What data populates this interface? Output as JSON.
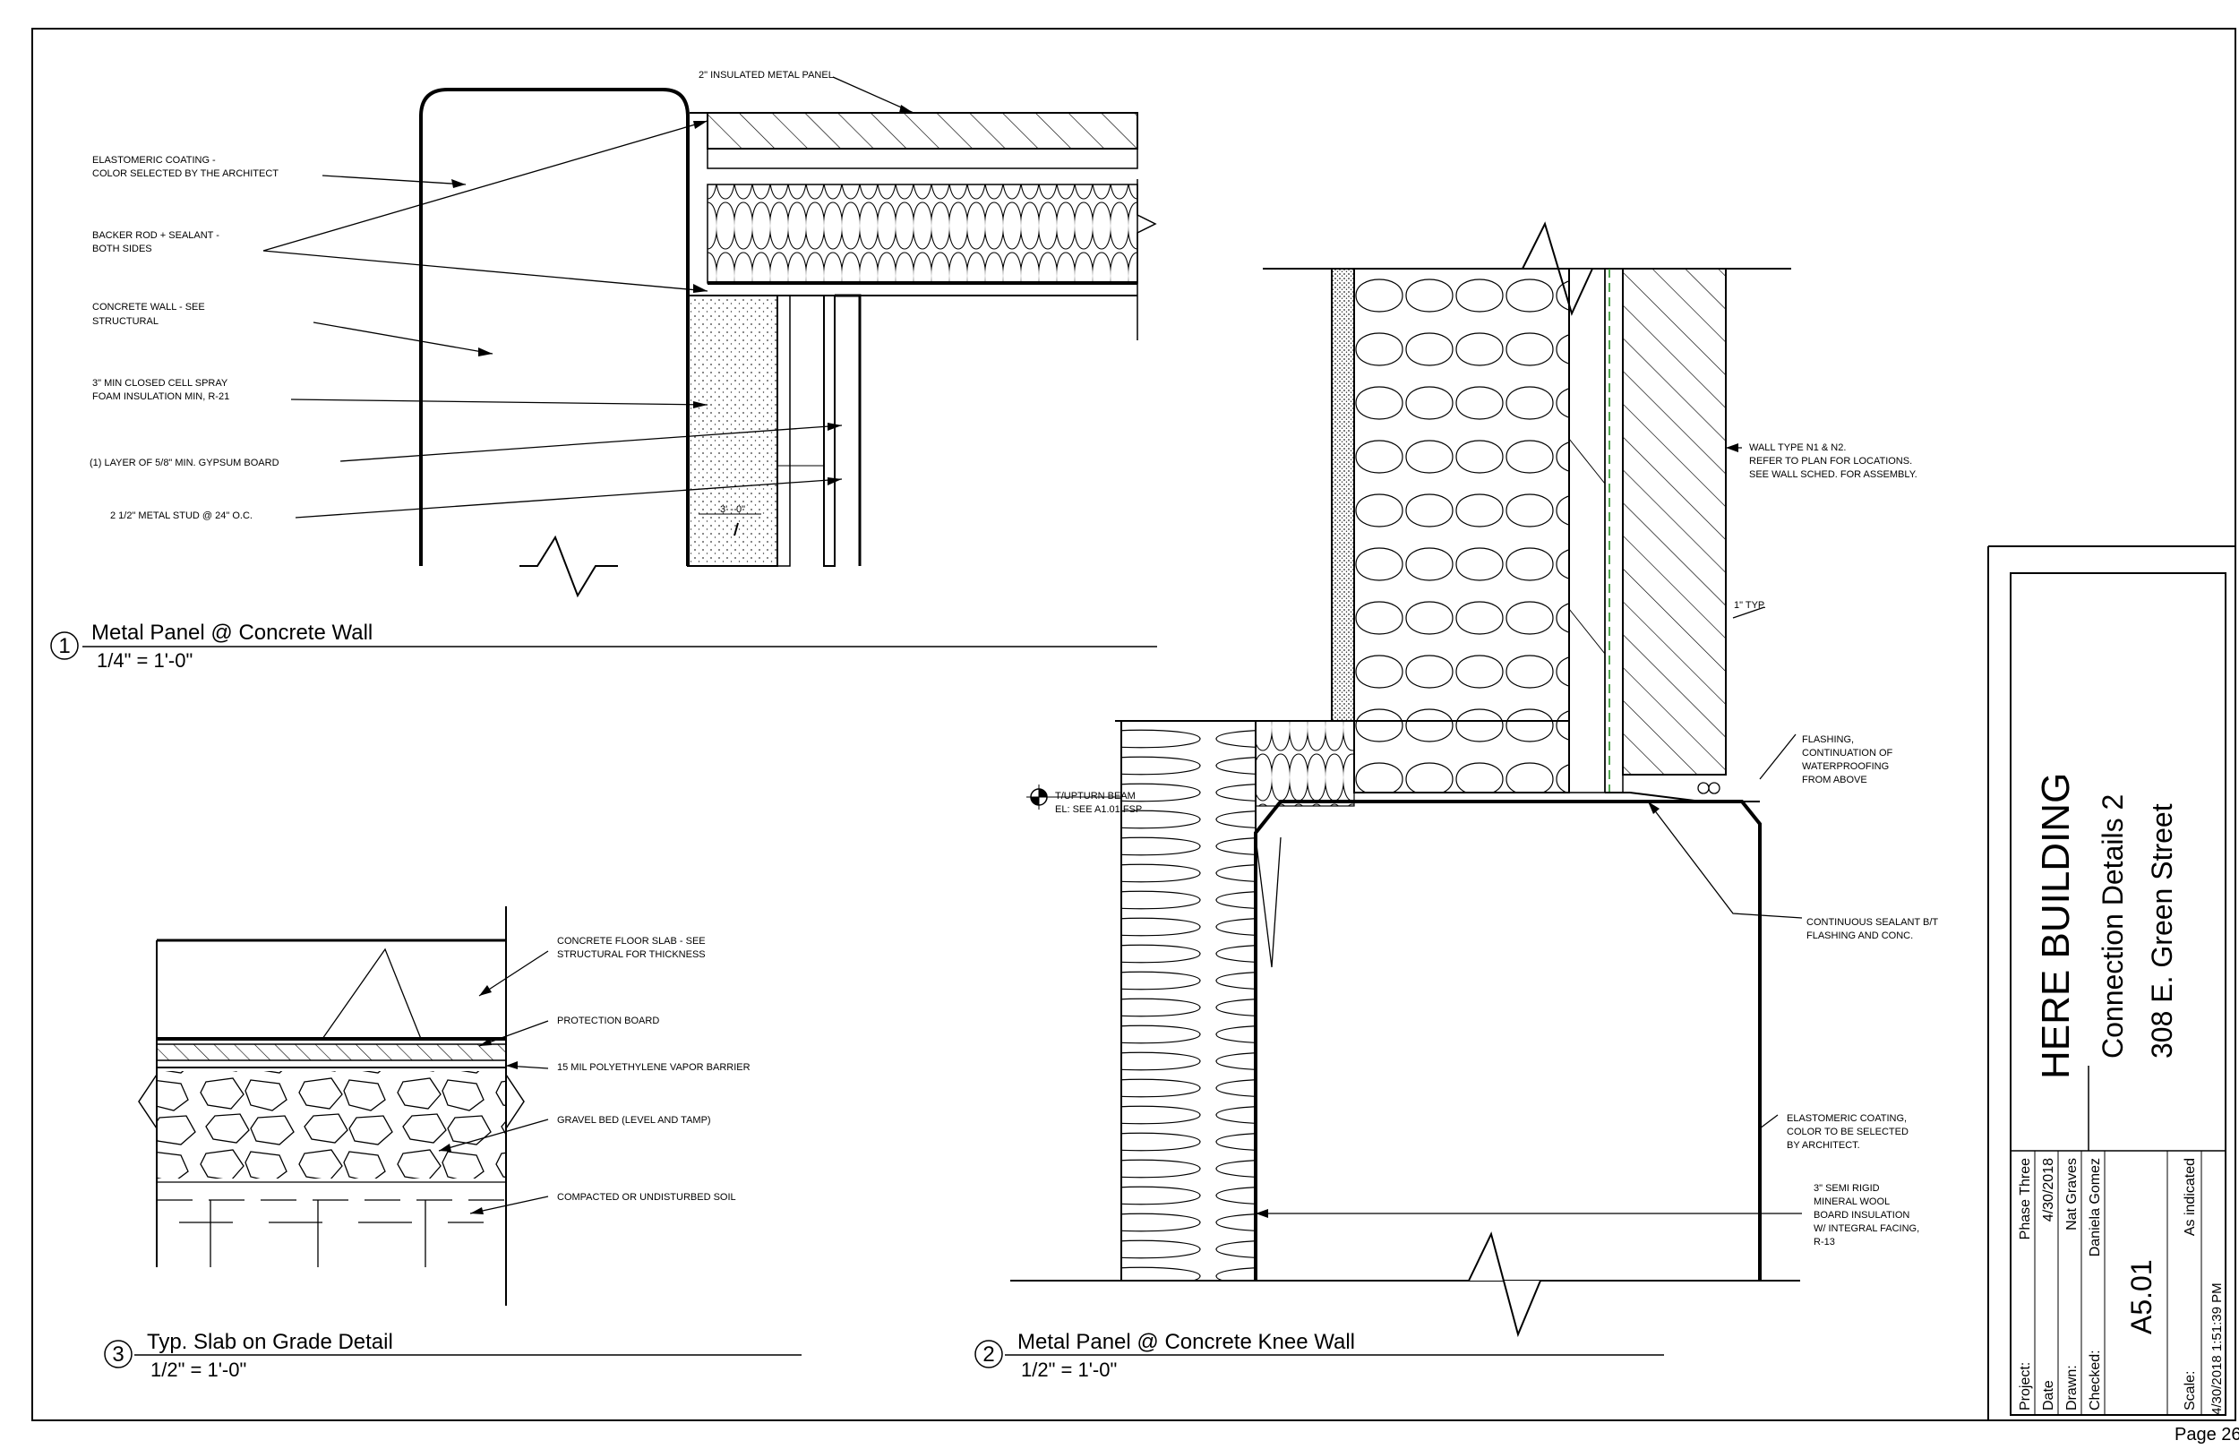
{
  "sheet": {
    "page_label": "Page 26",
    "title_block": {
      "project_name": "HERE BUILDING",
      "sheet_title": "Connection Details 2",
      "address": "308 E. Green Street",
      "project_label": "Project:",
      "project_value": "Phase Three",
      "date_label": "Date",
      "date_value": "4/30/2018",
      "drawn_label": "Drawn:",
      "drawn_value": "Nat Graves",
      "checked_label": "Checked:",
      "checked_value": "Daniela Gomez",
      "sheet_number": "A5.01",
      "scale_label": "Scale:",
      "scale_value": "As indicated",
      "timestamp": "4/30/2018 1:51:39 PM"
    }
  },
  "details": [
    {
      "number": "1",
      "title": "Metal Panel @ Concrete Wall",
      "scale": "1/4\" = 1'-0\"",
      "notes": [
        "2\" INSULATED METAL PANEL",
        "ELASTOMERIC COATING -",
        "COLOR SELECTED BY THE ARCHITECT",
        "BACKER ROD + SEALANT -",
        "BOTH SIDES",
        "CONCRETE WALL - SEE",
        "STRUCTURAL",
        "3\" MIN CLOSED CELL SPRAY",
        "FOAM INSULATION MIN, R-21",
        "(1) LAYER OF 5/8\" MIN. GYPSUM BOARD",
        "2 1/2\" METAL STUD @ 24\" O.C.",
        "3' - 0\""
      ]
    },
    {
      "number": "2",
      "title": "Metal Panel @ Concrete Knee Wall",
      "scale": "1/2\" = 1'-0\"",
      "notes": [
        "WALL TYPE N1 & N2.",
        "REFER TO PLAN FOR LOCATIONS.",
        "SEE WALL SCHED. FOR ASSEMBLY.",
        "1\" TYP.",
        "FLASHING,",
        "CONTINUATION OF",
        "WATERPROOFING",
        "FROM ABOVE",
        "T/UPTURN BEAM",
        "EL: SEE A1.01 FSP",
        "CONTINUOUS SEALANT B/T",
        "FLASHING AND CONC.",
        "ELASTOMERIC COATING,",
        "COLOR TO BE SELECTED",
        "BY ARCHITECT.",
        "3\" SEMI RIGID",
        "MINERAL WOOL",
        "BOARD INSULATION",
        "W/ INTEGRAL FACING,",
        "R-13"
      ]
    },
    {
      "number": "3",
      "title": "Typ. Slab on Grade Detail",
      "scale": "1/2\" = 1'-0\"",
      "notes": [
        "CONCRETE FLOOR SLAB - SEE",
        "STRUCTURAL FOR THICKNESS",
        "PROTECTION BOARD",
        "15 MIL POLYETHYLENE VAPOR BARRIER",
        "GRAVEL BED (LEVEL AND TAMP)",
        "COMPACTED OR UNDISTURBED SOIL"
      ]
    }
  ]
}
